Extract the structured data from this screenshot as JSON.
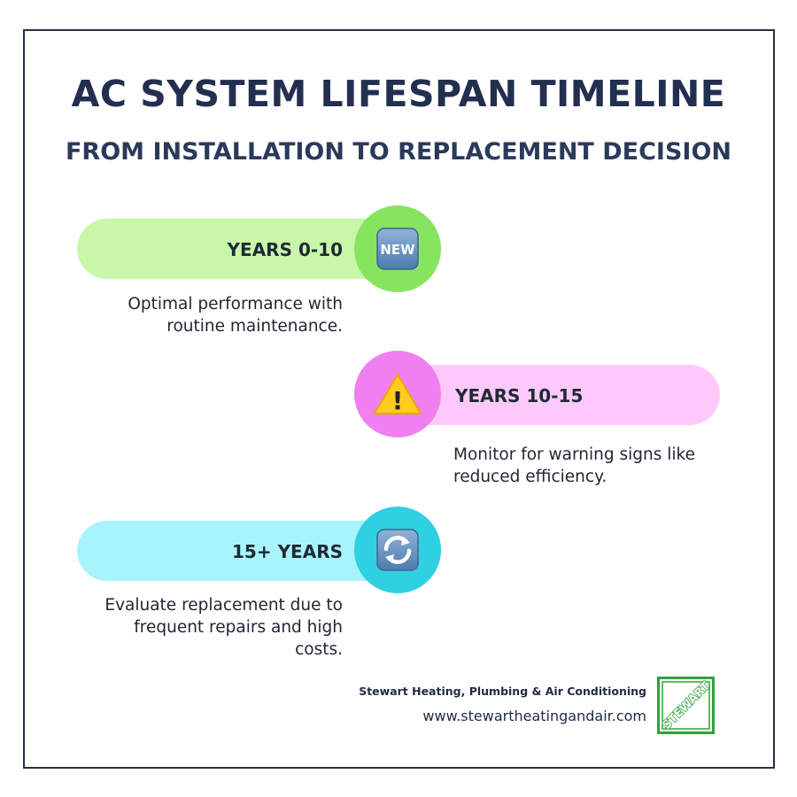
{
  "header": {
    "title": "AC SYSTEM LIFESPAN TIMELINE",
    "subtitle": "FROM INSTALLATION TO REPLACEMENT DECISION"
  },
  "stages": [
    {
      "label": "YEARS 0-10",
      "icon": "new-badge-icon",
      "icon_text": "NEW",
      "description_lines": [
        "Optimal performance with",
        "routine maintenance."
      ],
      "pill_color": "#c8f7a9",
      "circle_color": "#86e45f"
    },
    {
      "label": "YEARS 10-15",
      "icon": "warning-icon",
      "icon_text": "!",
      "description_lines": [
        "Monitor for warning signs like",
        "reduced efficiency."
      ],
      "pill_color": "#fdc9fb",
      "circle_color": "#f27fef"
    },
    {
      "label": "15+ YEARS",
      "icon": "refresh-icon",
      "description_lines": [
        "Evaluate replacement due to",
        "frequent repairs and high",
        "costs."
      ],
      "pill_color": "#a8f4fb",
      "circle_color": "#2fd0e2"
    }
  ],
  "footer": {
    "company": "Stewart Heating, Plumbing & Air Conditioning",
    "url": "www.stewartheatingandair.com",
    "logo_text": "STEWART",
    "logo_color": "#2ea33a"
  },
  "colors": {
    "border": "#243150",
    "title": "#232f4f"
  }
}
